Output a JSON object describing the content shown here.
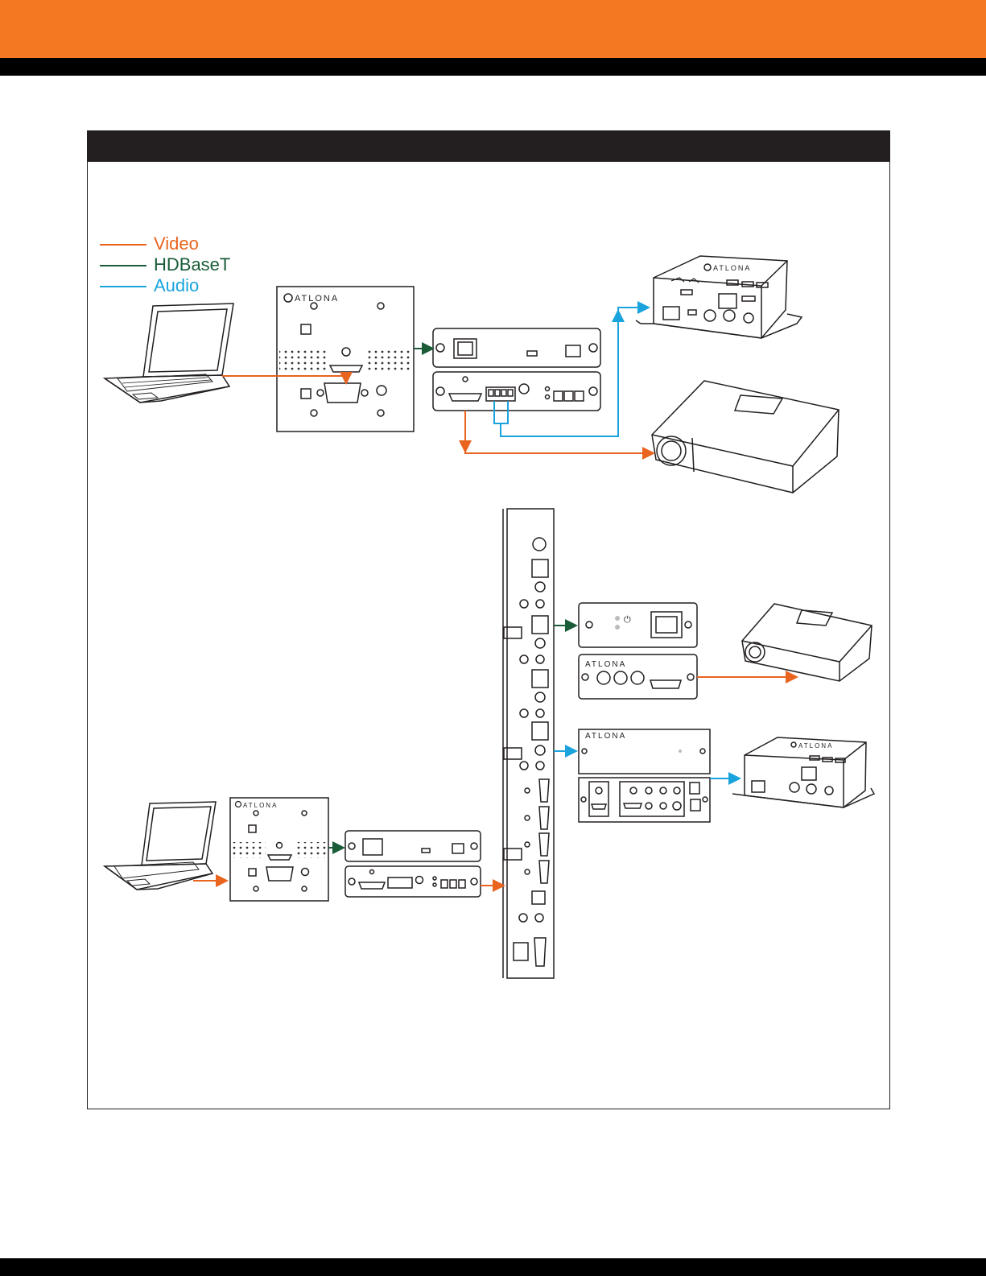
{
  "colors": {
    "brand_orange": "#f47721",
    "black": "#000000",
    "frame_dark": "#231f20",
    "video": "#e8641f",
    "hdbaset": "#1a5c38",
    "audio": "#1aa3dc"
  },
  "legend": {
    "video_label": "Video",
    "hdbaset_label": "HDBaseT",
    "audio_label": "Audio"
  },
  "devices": {
    "brand_name": "ATLONA",
    "power_symbol": "⏻"
  }
}
